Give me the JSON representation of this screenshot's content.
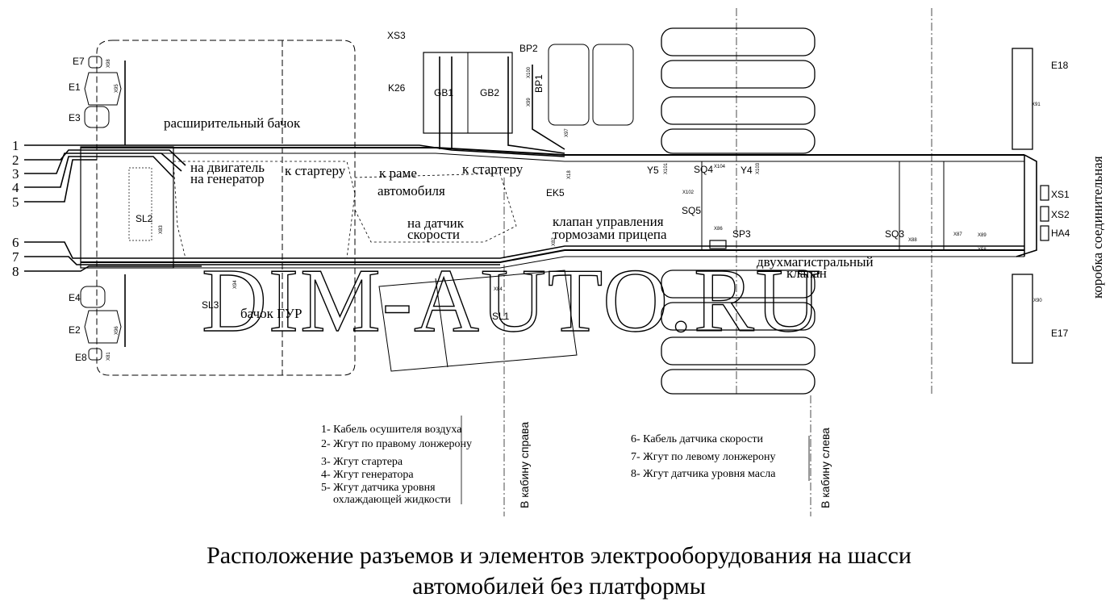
{
  "title": {
    "line1": "Расположение разъемов и элементов электрооборудования  на шасси",
    "line2": "автомобилей  без платформы"
  },
  "watermark": "DIM-AUTO.RU",
  "wire_numbers": [
    "1",
    "2",
    "3",
    "4",
    "5",
    "6",
    "7",
    "8"
  ],
  "labels": {
    "expansion_tank": "расширительный бачок",
    "to_engine": "на двигатель",
    "to_generator": "на генератор",
    "to_starter_1": "к стартеру",
    "to_frame": "к раме",
    "vehicle": "автомобиля",
    "to_starter_2": "к стартеру",
    "to_speed_sensor": "на датчик",
    "speed": "скорости",
    "trailer_valve_1": "клапан управления",
    "trailer_valve_2": "тормозами прицепа",
    "dual_valve_1": "двухмагистральный",
    "dual_valve_2": "клапан",
    "power_steering_tank": "бачок ГУР",
    "junction_box": "коробка соединительная"
  },
  "components": {
    "E7": "E7",
    "E1": "E1",
    "E3": "E3",
    "E4": "E4",
    "E2": "E2",
    "E8": "E8",
    "XS3": "XS3",
    "K26": "K26",
    "GB1": "GB1",
    "GB2": "GB2",
    "BP2": "BP2",
    "BP1": "BP1",
    "E18": "E18",
    "E17": "E17",
    "SL2": "SL2",
    "SL3": "SL3",
    "SL1": "SL1",
    "EK5": "EK5",
    "Y5": "Y5",
    "SQ4": "SQ4",
    "Y4": "Y4",
    "SQ5": "SQ5",
    "SP3": "SP3",
    "SQ3": "SQ3",
    "XS1": "XS1",
    "XS2": "XS2",
    "HA4": "HA4"
  },
  "connectors": {
    "c1": "X98",
    "c2": "X95",
    "c3": "X96",
    "c4": "X83",
    "c5": "X81",
    "c6": "X99",
    "c7": "X100",
    "c8": "X91",
    "c9": "X90",
    "c10": "X18",
    "c11": "X101",
    "c12": "X104",
    "c13": "X103",
    "c14": "X102",
    "c15": "X86",
    "c16": "X88",
    "c17": "X87",
    "c18": "X89",
    "c19": "X58",
    "c20": "X82",
    "c21": "X84",
    "c22": "X94",
    "c23": "X97"
  },
  "legend": {
    "right": [
      "1- Кабель осушителя воздуха",
      "2- Жгут по правому лонжерону",
      "3- Жгут стартера",
      "4- Жгут генератора",
      "5- Жгут датчика уровня",
      "охлаждающей жидкости"
    ],
    "right_target": "В кабину справа",
    "left": [
      "6- Кабель датчика скорости",
      "7- Жгут по левому лонжерону",
      "8- Жгут датчика уровня масла"
    ],
    "left_target": "В кабину слева"
  }
}
